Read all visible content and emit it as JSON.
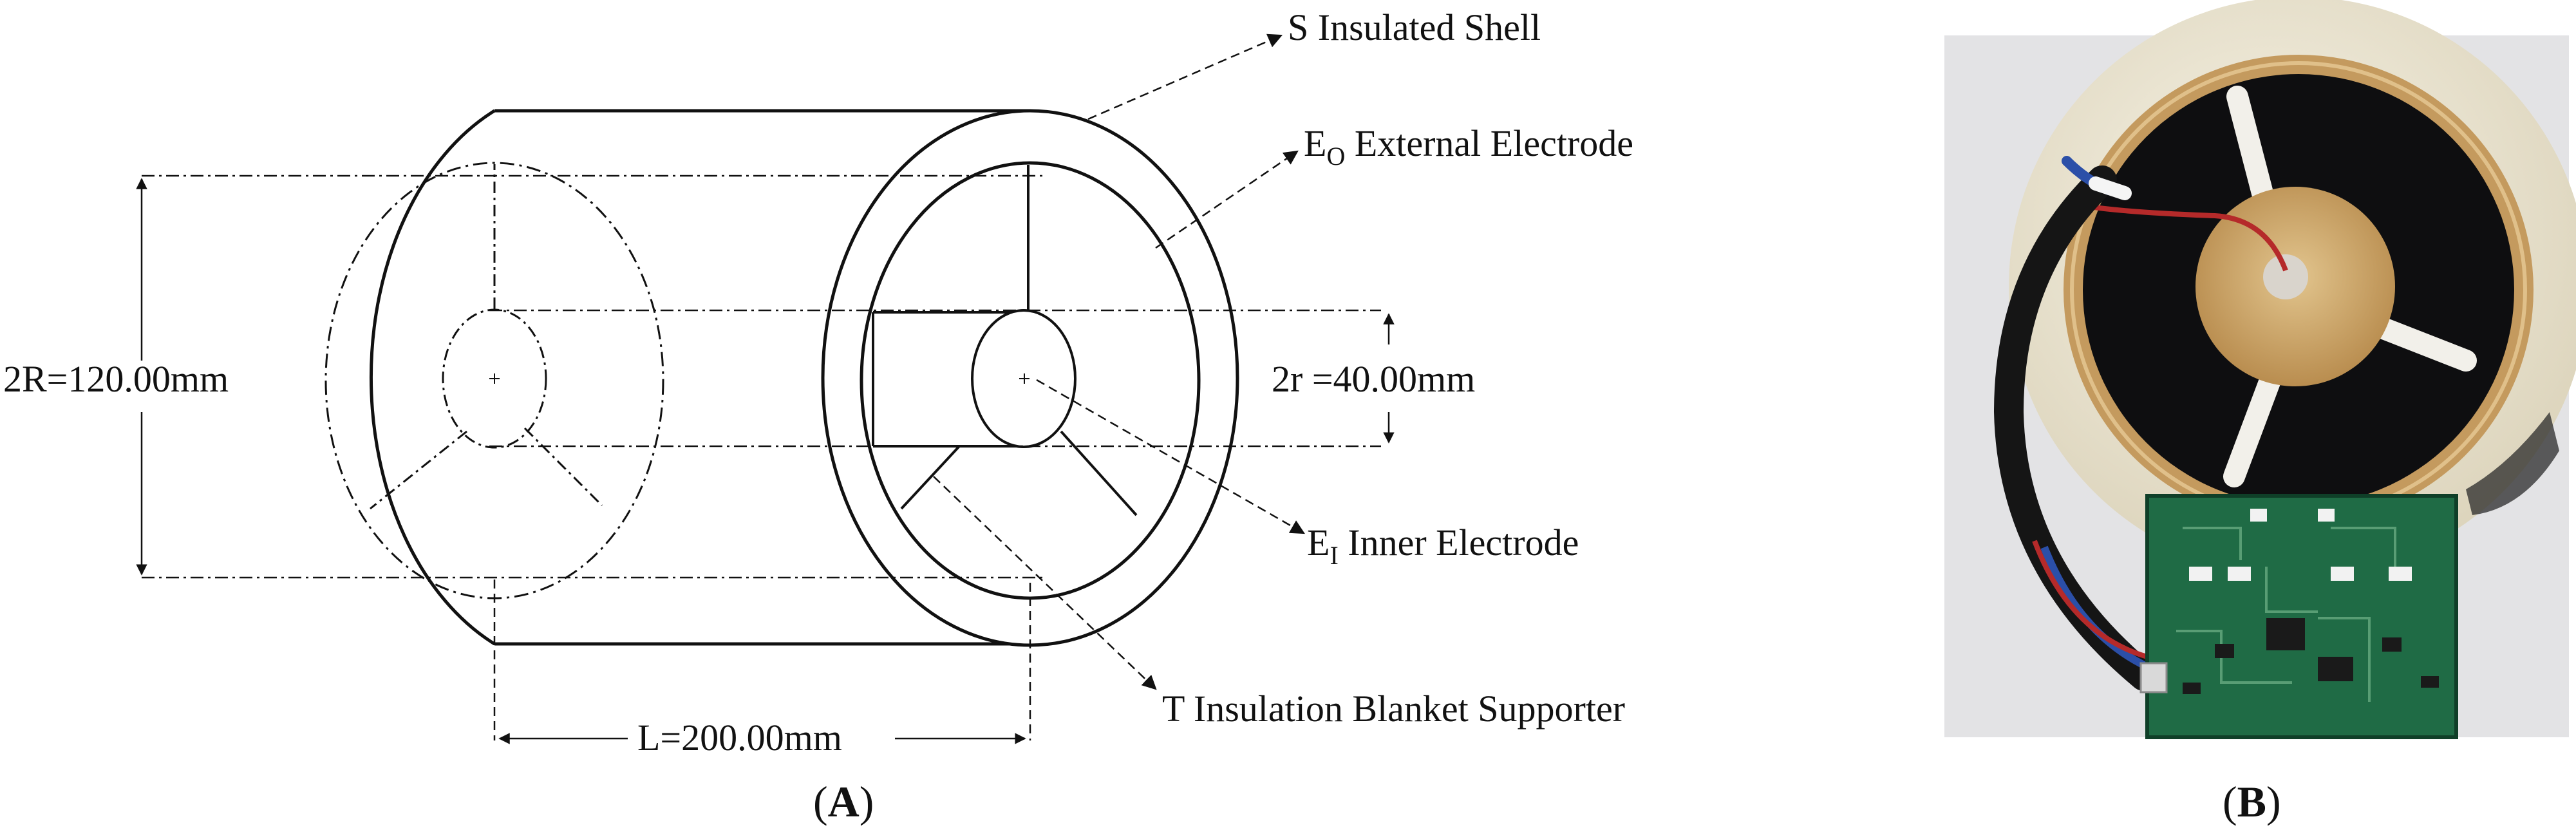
{
  "panel_a": {
    "labels": {
      "shell": "S Insulated Shell",
      "external_prefix": "E",
      "external_sub": "O",
      "external_text": " External Electrode",
      "inner_prefix": "E",
      "inner_sub": "I",
      "inner_text": " Inner Electrode",
      "supporter": "T Insulation Blanket Supporter",
      "dim_outer": "2R=120.00mm",
      "dim_inner": "2r =40.00mm",
      "dim_length": "L=200.00mm"
    },
    "caption": "A"
  },
  "panel_b": {
    "caption": "B"
  },
  "colors": {
    "line": "#111111",
    "shell_cream": "#efe9d6",
    "copper": "#c9a56a",
    "pcb_green": "#1f6b45",
    "cable_black": "#151515",
    "photo_bg": "#e8e8ea"
  }
}
